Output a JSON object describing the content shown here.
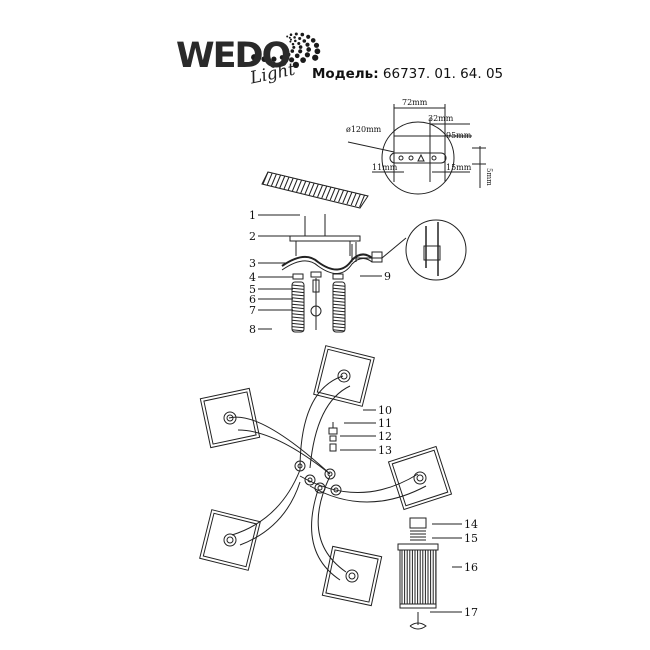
{
  "brand": {
    "name": "WEDO",
    "script": "Light"
  },
  "model": {
    "label": "Модель:",
    "number": "66737. 01. 64. 05"
  },
  "dimensions": {
    "d120": "ø120mm",
    "w72": "72mm",
    "w32": "32mm",
    "w95": "95mm",
    "w11": "11mm",
    "w15": "15mm",
    "h5": "5mm"
  },
  "callouts": {
    "c1": "1",
    "c2": "2",
    "c3": "3",
    "c4": "4",
    "c5": "5",
    "c6": "6",
    "c7": "7",
    "c8": "8",
    "c9": "9",
    "c10": "10",
    "c11": "11",
    "c12": "12",
    "c13": "13",
    "c14": "14",
    "c15": "15",
    "c16": "16",
    "c17": "17"
  },
  "colors": {
    "line": "#222222",
    "logo": "#2a2a2a"
  }
}
